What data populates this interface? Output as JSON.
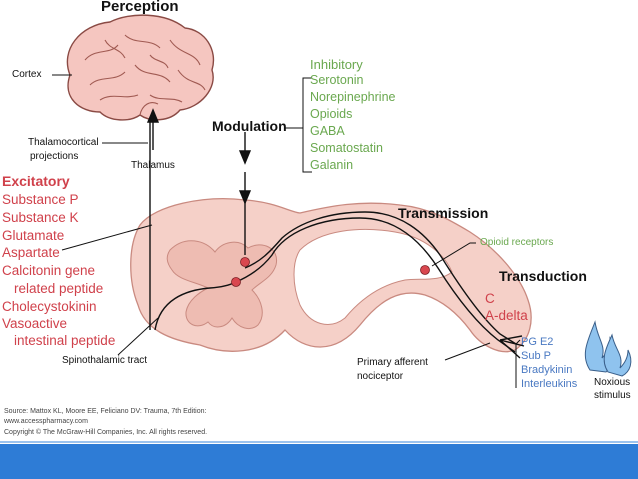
{
  "labels": {
    "perception": "Perception",
    "cortex": "Cortex",
    "thalamocortical_1": "Thalamocortical",
    "thalamocortical_2": "projections",
    "thalamus": "Thalamus",
    "modulation": "Modulation",
    "transmission": "Transmission",
    "opioid_receptors": "Opioid receptors",
    "transduction": "Transduction",
    "spinothalamic": "Spinothalamic tract",
    "primary_afferent_1": "Primary afferent",
    "primary_afferent_2": "nociceptor",
    "noxious_1": "Noxious",
    "noxious_2": "stimulus"
  },
  "inhibitory": {
    "title": "Inhibitory",
    "items": [
      "Serotonin",
      "Norepinephrine",
      "Opioids",
      "GABA",
      "Somatostatin",
      "Galanin"
    ]
  },
  "excitatory": {
    "title": "Excitatory",
    "items": [
      "Substance P",
      "Substance K",
      "Glutamate",
      "Aspartate",
      "Calcitonin gene",
      "related peptide",
      "Cholecystokinin",
      "Vasoactive",
      "intestinal peptide"
    ]
  },
  "fibers": [
    "C",
    "A-delta"
  ],
  "mediators": [
    "PG E2",
    "Sub P",
    "Bradykinin",
    "Interleukins"
  ],
  "credits": {
    "line1": "Source: Mattox KL, Moore EE, Feliciano DV: Trauma, 7th Edition:",
    "line2": "www.accesspharmacy.com",
    "line3": "Copyright © The McGraw-Hill Companies, Inc. All rights reserved."
  },
  "colors": {
    "tissue_fill": "#f5d0c8",
    "tissue_stroke": "#c98a80",
    "inner_fill": "#eebcb2",
    "receptor": "#d9474f",
    "green_text": "#6aa84f",
    "red_text": "#d0414b",
    "blue_text": "#4a79c2",
    "bottom_bar": "#2e7cd6",
    "flame": "#8fc3ee"
  }
}
